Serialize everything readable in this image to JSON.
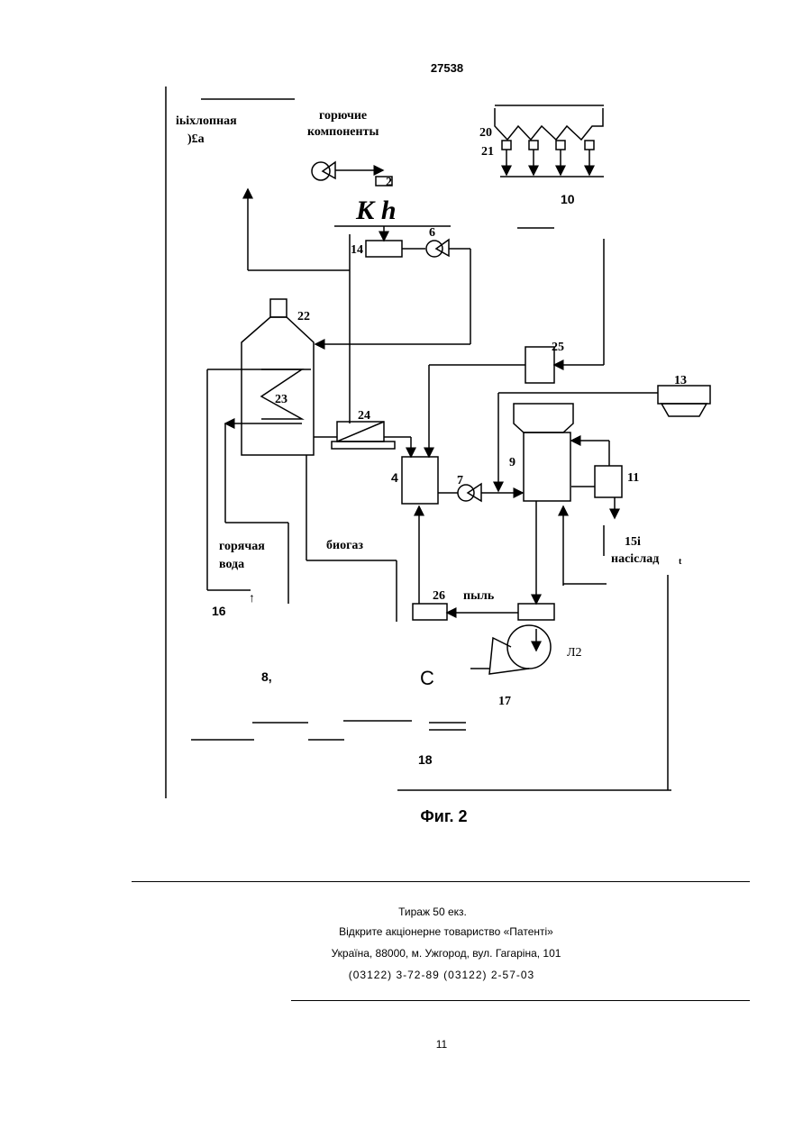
{
  "document": {
    "number": "27538",
    "figure_caption": "Фиг. 2",
    "page_number": "11"
  },
  "diagram": {
    "labels": {
      "exhaust_gas_line1": "іьіхлопная",
      "exhaust_gas_line2": ")£а",
      "fuel_components_line1": "горючие",
      "fuel_components_line2": "компоненты",
      "kh_mark": "К h",
      "hot_water_line1": "горячая",
      "hot_water_line2": "вода",
      "biogas": "биогаз",
      "dust": "пыль",
      "nasislad_line1": "15і",
      "nasislad_line2": "насіслад",
      "nasislad_suffix": "t",
      "c_mark": "С",
      "l2_mark": "Л2"
    },
    "numbers": {
      "n2": "2",
      "n4": "4",
      "n6": "6",
      "n7": "7",
      "n8": "8,",
      "n9": "9",
      "n10": "10",
      "n11": "11",
      "n13": "13",
      "n14": "14",
      "n16": "16",
      "n17": "17",
      "n18": "18",
      "n20": "20",
      "n21": "21",
      "n22": "22",
      "n23": "23",
      "n24": "24",
      "n25": "25",
      "n26": "26"
    }
  },
  "footer": {
    "circulation": "Тираж 50 екз.",
    "company": "Відкрите акціонерне товариство «Патенті»",
    "address": "Україна, 88000, м. Ужгород, вул. Гагаріна, 101",
    "phones": "(03122) 3-72-89 (03122) 2-57-03"
  }
}
